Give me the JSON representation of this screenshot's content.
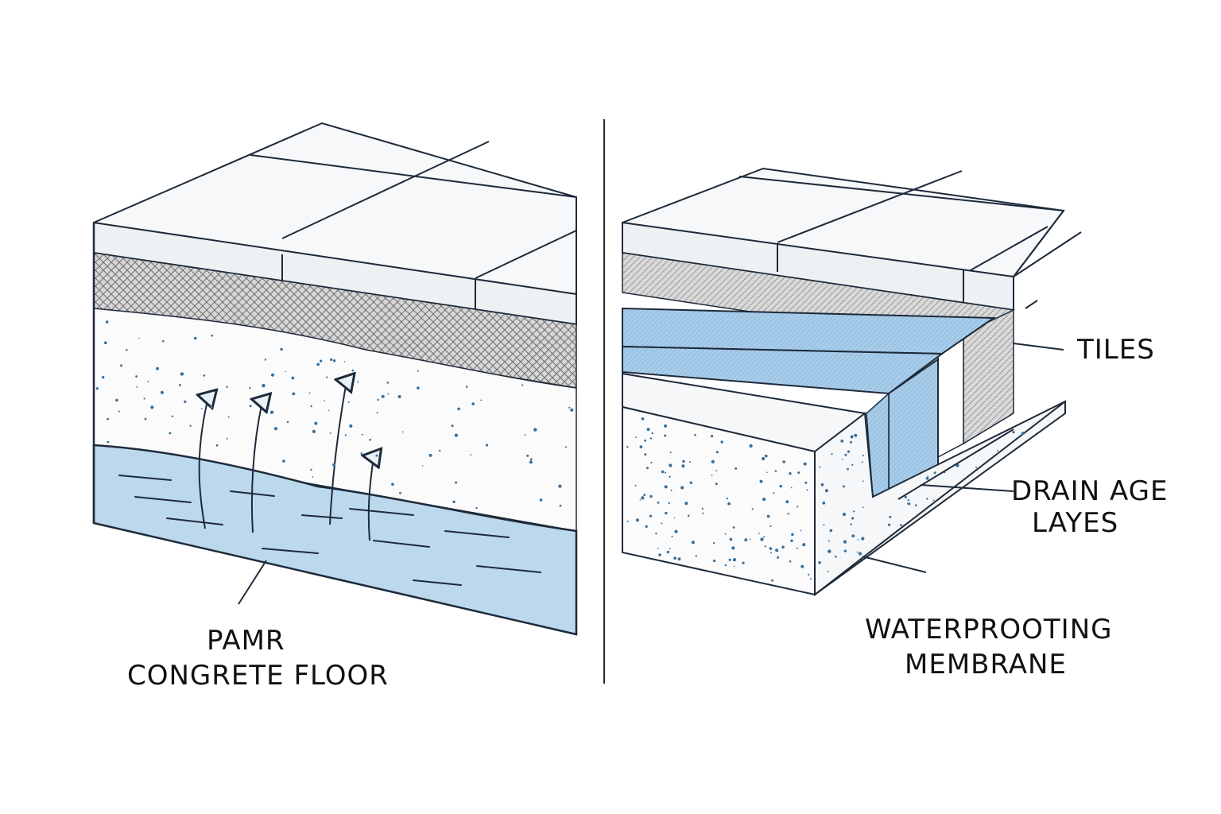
{
  "left_panel": {
    "label_line1": "PAMR",
    "label_line2": "CONGRETE FLOOR"
  },
  "right_panel": {
    "tiles_label": "TILES",
    "drainage_line1": "DRAIN AGE",
    "drainage_line2": "LAYES",
    "membrane_line1": "WATERPROOTING",
    "membrane_line2": "MEMBRANE"
  },
  "colors": {
    "ink": "#1d2a3a",
    "water": "#bcd8ec",
    "membrane": "#a9cde9",
    "speckle": "#3a6f9a",
    "mortar": "#c9c9c9",
    "tile": "#f4f6f8"
  }
}
